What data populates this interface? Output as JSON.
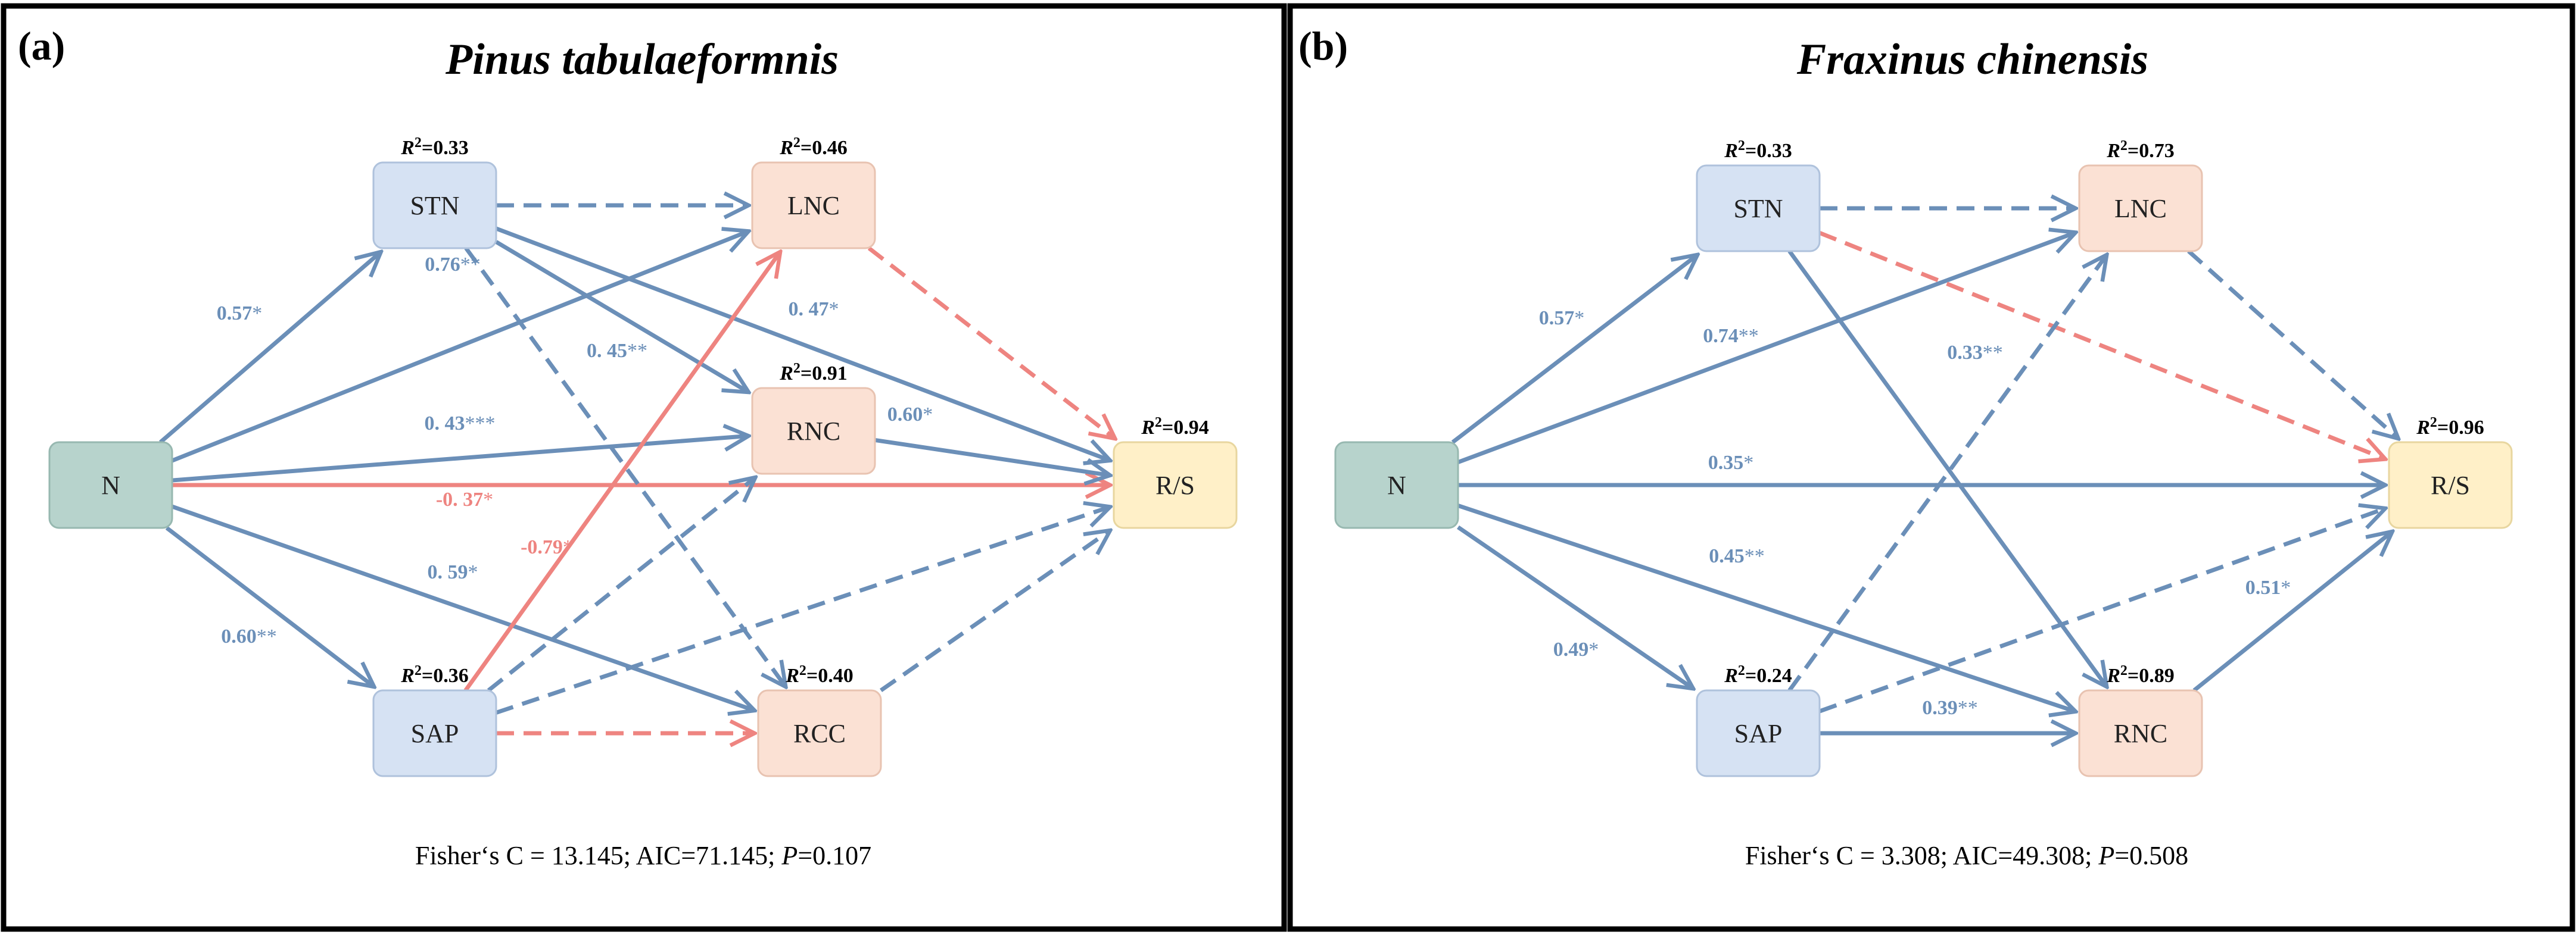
{
  "colors": {
    "positive": "#6b8fb8",
    "negative": "#ee8480",
    "frame": "#000000"
  },
  "panels": [
    {
      "tag": "(a)",
      "title": "Pinus tabulaeformnis",
      "nodes": {
        "N": {
          "label": "N",
          "r2": ""
        },
        "STN": {
          "label": "STN",
          "r2": "=0.33"
        },
        "SAP": {
          "label": "SAP",
          "r2": "=0.36"
        },
        "LNC": {
          "label": "LNC",
          "r2": "=0.46"
        },
        "RNC": {
          "label": "RNC",
          "r2": "=0.91"
        },
        "RCC": {
          "label": "RCC",
          "r2": "=0.40"
        },
        "RS": {
          "label": "R/S",
          "r2": "=0.94"
        }
      },
      "edges": [
        {
          "from": "N",
          "to": "STN",
          "sign": "positive",
          "significant": true,
          "coef": "0.57",
          "stars": "*"
        },
        {
          "from": "N",
          "to": "LNC",
          "sign": "positive",
          "significant": true,
          "coef": "0.76",
          "stars": "**"
        },
        {
          "from": "N",
          "to": "RNC",
          "sign": "positive",
          "significant": true,
          "coef": "0. 43",
          "stars": "***"
        },
        {
          "from": "N",
          "to": "RS",
          "sign": "negative",
          "significant": true,
          "coef": "-0. 37",
          "stars": "*"
        },
        {
          "from": "N",
          "to": "RCC",
          "sign": "positive",
          "significant": true,
          "coef": "0. 59",
          "stars": "*"
        },
        {
          "from": "N",
          "to": "SAP",
          "sign": "positive",
          "significant": true,
          "coef": "0.60",
          "stars": "**"
        },
        {
          "from": "STN",
          "to": "LNC",
          "sign": "positive",
          "significant": false,
          "coef": "",
          "stars": ""
        },
        {
          "from": "STN",
          "to": "RNC",
          "sign": "positive",
          "significant": true,
          "coef": "0. 45",
          "stars": "**"
        },
        {
          "from": "STN",
          "to": "RCC",
          "sign": "positive",
          "significant": false,
          "coef": "",
          "stars": ""
        },
        {
          "from": "STN",
          "to": "RS",
          "sign": "positive",
          "significant": true,
          "coef": "0. 47",
          "stars": "*"
        },
        {
          "from": "SAP",
          "to": "LNC",
          "sign": "negative",
          "significant": true,
          "coef": "-0.79",
          "stars": "*"
        },
        {
          "from": "SAP",
          "to": "RNC",
          "sign": "positive",
          "significant": false,
          "coef": "",
          "stars": ""
        },
        {
          "from": "SAP",
          "to": "RCC",
          "sign": "negative",
          "significant": false,
          "coef": "",
          "stars": ""
        },
        {
          "from": "SAP",
          "to": "RS",
          "sign": "positive",
          "significant": false,
          "coef": "",
          "stars": ""
        },
        {
          "from": "LNC",
          "to": "RS",
          "sign": "negative",
          "significant": false,
          "coef": "",
          "stars": ""
        },
        {
          "from": "RNC",
          "to": "RS",
          "sign": "positive",
          "significant": true,
          "coef": "0.60",
          "stars": "*"
        },
        {
          "from": "RCC",
          "to": "RS",
          "sign": "positive",
          "significant": false,
          "coef": "",
          "stars": ""
        }
      ],
      "fit": {
        "prefix": "Fisher‘s C = 13.145; AIC=71.145; ",
        "p_label": "P",
        "p_value": "=0.107"
      }
    },
    {
      "tag": "(b)",
      "title": "Fraxinus chinensis",
      "nodes": {
        "N": {
          "label": "N",
          "r2": ""
        },
        "STN": {
          "label": "STN",
          "r2": "=0.33"
        },
        "SAP": {
          "label": "SAP",
          "r2": "=0.24"
        },
        "LNC": {
          "label": "LNC",
          "r2": "=0.73"
        },
        "RNC": {
          "label": "RNC",
          "r2": "=0.89"
        },
        "RS": {
          "label": "R/S",
          "r2": "=0.96"
        }
      },
      "edges": [
        {
          "from": "N",
          "to": "STN",
          "sign": "positive",
          "significant": true,
          "coef": "0.57",
          "stars": "*"
        },
        {
          "from": "N",
          "to": "LNC",
          "sign": "positive",
          "significant": true,
          "coef": "0.74",
          "stars": "**"
        },
        {
          "from": "N",
          "to": "RS",
          "sign": "positive",
          "significant": true,
          "coef": "0.35",
          "stars": "*"
        },
        {
          "from": "N",
          "to": "RNC",
          "sign": "positive",
          "significant": true,
          "coef": "0.45",
          "stars": "**"
        },
        {
          "from": "N",
          "to": "SAP",
          "sign": "positive",
          "significant": true,
          "coef": "0.49",
          "stars": "*"
        },
        {
          "from": "STN",
          "to": "LNC",
          "sign": "positive",
          "significant": false,
          "coef": "",
          "stars": ""
        },
        {
          "from": "STN",
          "to": "RS",
          "sign": "negative",
          "significant": false,
          "coef": "",
          "stars": ""
        },
        {
          "from": "STN",
          "to": "RNC",
          "sign": "positive",
          "significant": true,
          "coef": "0.33",
          "stars": "**"
        },
        {
          "from": "SAP",
          "to": "LNC",
          "sign": "positive",
          "significant": false,
          "coef": "",
          "stars": ""
        },
        {
          "from": "SAP",
          "to": "RNC",
          "sign": "positive",
          "significant": true,
          "coef": "0.39",
          "stars": "**"
        },
        {
          "from": "SAP",
          "to": "RS",
          "sign": "positive",
          "significant": false,
          "coef": "",
          "stars": ""
        },
        {
          "from": "LNC",
          "to": "RS",
          "sign": "positive",
          "significant": false,
          "coef": "",
          "stars": ""
        },
        {
          "from": "RNC",
          "to": "RS",
          "sign": "positive",
          "significant": true,
          "coef": "0.51",
          "stars": "*"
        }
      ],
      "fit": {
        "prefix": "Fisher‘s C = 3.308; AIC=49.308; ",
        "p_label": "P",
        "p_value": "=0.508"
      }
    }
  ]
}
